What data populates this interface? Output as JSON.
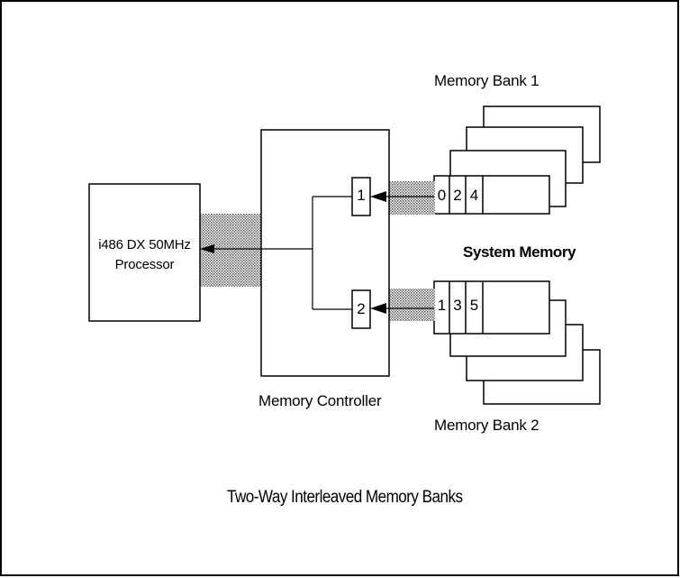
{
  "diagram": {
    "caption": "Two-Way Interleaved Memory Banks",
    "processor": {
      "line1": "i486 DX 50MHz",
      "line2": "Processor"
    },
    "controller": {
      "label": "Memory Controller",
      "port1": "1",
      "port2": "2"
    },
    "system_memory_label": "System Memory",
    "bank1": {
      "label": "Memory Bank 1",
      "cells": [
        "0",
        "2",
        "4"
      ]
    },
    "bank2": {
      "label": "Memory Bank 2",
      "cells": [
        "1",
        "3",
        "5"
      ]
    },
    "colors": {
      "line": "#000000",
      "background": "#ffffff",
      "bus_fill": "#c8c8c8"
    }
  }
}
